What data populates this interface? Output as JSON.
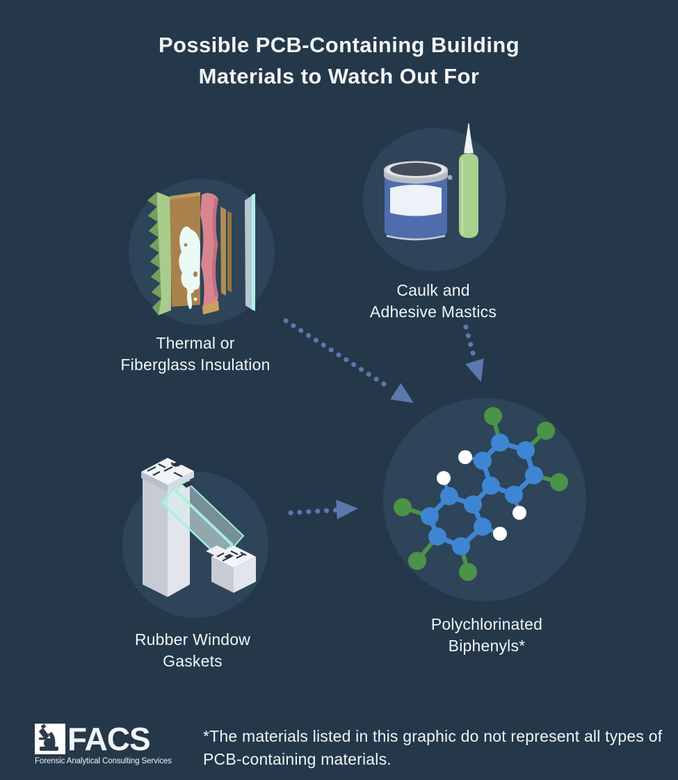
{
  "title": {
    "lines": [
      "Possible PCB-Containing Building",
      "Materials to Watch Out For"
    ]
  },
  "cards": {
    "insulation": {
      "icon": "insulation-layers-icon",
      "lines": [
        "Thermal or",
        "Fiberglass Insulation"
      ]
    },
    "caulk": {
      "icon": "caulk-can-and-tube-icon",
      "lines": [
        "Caulk and",
        "Adhesive Mastics"
      ]
    },
    "gaskets": {
      "icon": "window-cross-section-icon",
      "lines": [
        "Rubber Window",
        "Gaskets"
      ]
    },
    "pcb": {
      "icon": "pcb-molecule-icon",
      "lines": [
        "Polychlorinated",
        "Biphenyls*"
      ]
    }
  },
  "arrows": [
    {
      "name": "arrow-insulation-to-pcb",
      "style": "dotted"
    },
    {
      "name": "arrow-caulk-to-pcb",
      "style": "dotted"
    },
    {
      "name": "arrow-gaskets-to-pcb",
      "style": "dotted"
    }
  ],
  "footer": {
    "logo": {
      "acronym": "FACS",
      "tagline": "Forensic Analytical Consulting Services",
      "mark": "microscope-icon"
    },
    "footnote": "*The materials listed in this graphic do not represent all types of PCB-containing materials."
  },
  "colors": {
    "bg": "#24384a",
    "circle": "#2d4459",
    "text": "#f2f4f6",
    "arrow": "#5b79ad",
    "molBlue": "#3e86d3",
    "molGreen": "#4b9348",
    "molWhite": "#ffffff",
    "canBlue": "#4f6dad",
    "canLid": "#474d57",
    "canRim": "#ccd1d9",
    "labelWhite": "#edf1f8",
    "tubeGreen": "#a9d08e",
    "nozzle": "#eef2f5",
    "insGreen": "#a9cc8d",
    "insGreenDark": "#74a05e",
    "insBrown": "#a8824a",
    "insStain": "#eafaf4",
    "insPink": "#d9858f",
    "insPinkDark": "#c4707e",
    "insTan": "#c9a05c",
    "paneFace": "#b6c6d1",
    "paneEdge": "#aef0ee",
    "frameLight": "#f2f4f7",
    "frameMid": "#e2e5eb",
    "frameDark": "#c6cbd4",
    "glassTeal": "#9ff0dd",
    "glassFill": "#d4ebe9",
    "spacerDark": "#2b3642",
    "logoDark": "#2b3b4c"
  }
}
